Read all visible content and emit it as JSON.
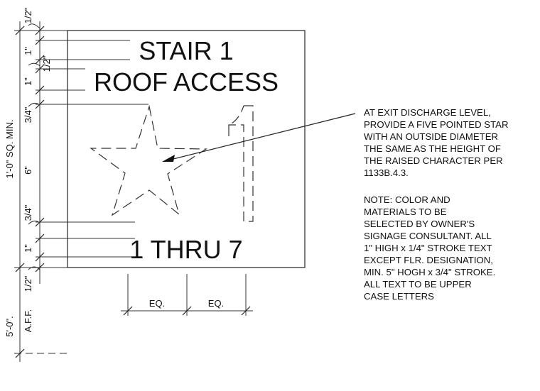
{
  "sign": {
    "line1": "STAIR 1",
    "line2": "ROOF ACCESS",
    "floors": "1 THRU 7"
  },
  "dimensions": {
    "overall": "1'-0\" SQ. MIN.",
    "half_top": "1/2\"",
    "one_a": "1\"",
    "half_mid": "1/2\"",
    "one_b": "1\"",
    "three_quarter_a": "3/4\"",
    "six": "6\"",
    "three_quarter_b": "3/4\"",
    "one_c": "1\"",
    "half_bottom": "1/2\"",
    "mount_height": "5'-0\".",
    "aff": "A.F.F.",
    "eq_left": "EQ.",
    "eq_right": "EQ."
  },
  "notes": {
    "callout": [
      "AT EXIT DISCHARGE LEVEL,",
      "PROVIDE A FIVE POINTED STAR",
      "WITH AN OUTSIDE DIAMETER",
      "THE SAME AS THE HEIGHT OF",
      "THE RAISED CHARACTER PER",
      "1133B.4.3."
    ],
    "general": [
      "NOTE: COLOR AND",
      "MATERIALS TO BE",
      "SELECTED BY OWNER'S",
      "SIGNAGE CONSULTANT. ALL",
      "1\" HIGH x 1/4\" STROKE TEXT",
      "EXCEPT FLR. DESIGNATION,",
      "MIN. 5\" HOGH x 3/4\" STROKE.",
      "ALL TEXT TO BE UPPER",
      "CASE LETTERS"
    ]
  }
}
